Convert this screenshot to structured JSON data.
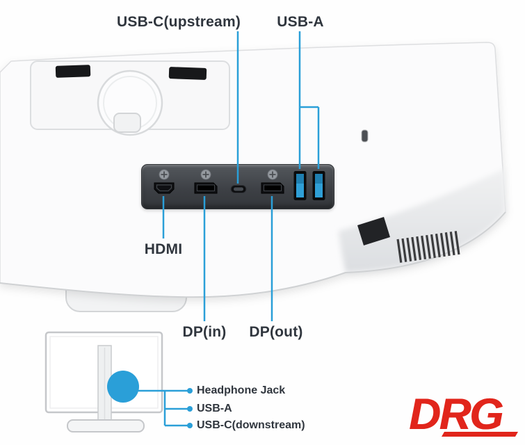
{
  "colors": {
    "callout": "#2a9fd8",
    "usb-blue": "#2f9fd6",
    "logo-red": "#e1251b",
    "label-text": "#30363e"
  },
  "labels": {
    "usb_c_upstream": "USB-C(upstream)",
    "usb_a_top": "USB-A",
    "hdmi": "HDMI",
    "dp_in": "DP(in)",
    "dp_out": "DP(out)",
    "headphone_jack": "Headphone Jack",
    "usb_a_side": "USB-A",
    "usb_c_downstream": "USB-C(downstream)"
  },
  "logo": {
    "text": "DRG"
  },
  "ports": {
    "back_panel": [
      "HDMI",
      "DP(in)",
      "USB-C(upstream)",
      "DP(out)",
      "USB-A",
      "USB-A"
    ],
    "side_panel": [
      "Headphone Jack",
      "USB-A",
      "USB-C(downstream)"
    ]
  }
}
